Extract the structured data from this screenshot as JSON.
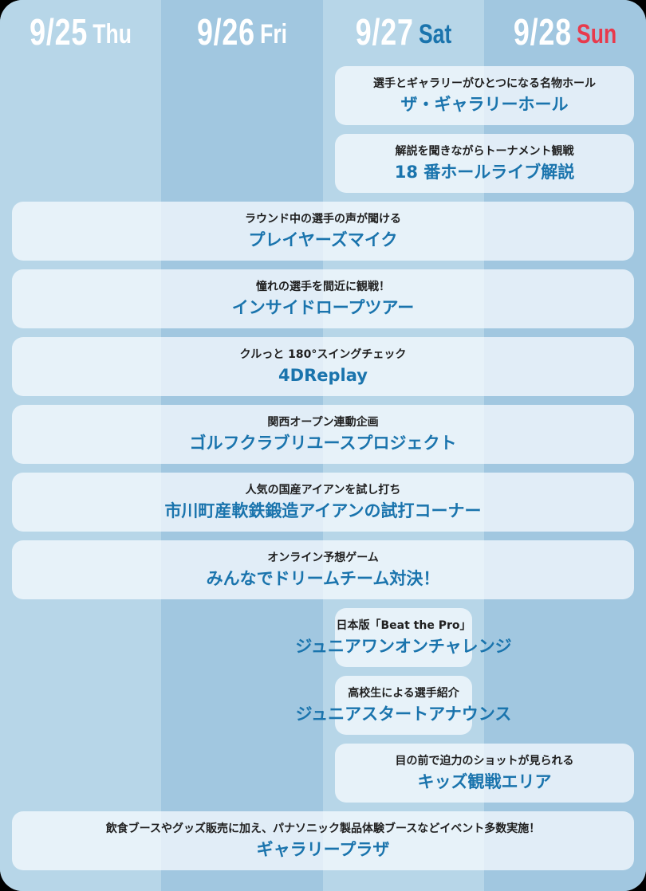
{
  "colors": {
    "column_light": "#b7d6e8",
    "column_dark": "#a1c7e0",
    "card_bg": "#e9f2f9",
    "title_blue": "#1a74ad",
    "sunday_red": "#e83a4c",
    "subtitle_text": "#1f1f1f"
  },
  "days": [
    {
      "date": "9/25",
      "dow": "Thu"
    },
    {
      "date": "9/26",
      "dow": "Fri"
    },
    {
      "date": "9/27",
      "dow": "Sat"
    },
    {
      "date": "9/28",
      "dow": "Sun"
    }
  ],
  "events": [
    {
      "days": [
        "Sat",
        "Sun"
      ],
      "subtitle": "選手とギャラリーがひとつになる名物ホール",
      "title": "ザ・ギャラリーホール"
    },
    {
      "days": [
        "Sat",
        "Sun"
      ],
      "subtitle": "解説を聞きながらトーナメント観戦",
      "title": "18 番ホールライブ解説"
    },
    {
      "days": [
        "Thu",
        "Fri",
        "Sat",
        "Sun"
      ],
      "subtitle": "ラウンド中の選手の声が聞ける",
      "title": "プレイヤーズマイク"
    },
    {
      "days": [
        "Thu",
        "Fri",
        "Sat",
        "Sun"
      ],
      "subtitle": "憧れの選手を間近に観戦！",
      "title": "インサイドロープツアー"
    },
    {
      "days": [
        "Thu",
        "Fri",
        "Sat",
        "Sun"
      ],
      "subtitle": "クルっと 180°スイングチェック",
      "title": "4DReplay"
    },
    {
      "days": [
        "Thu",
        "Fri",
        "Sat",
        "Sun"
      ],
      "subtitle": "関西オープン連動企画",
      "title": "ゴルフクラブリユースプロジェクト"
    },
    {
      "days": [
        "Thu",
        "Fri",
        "Sat",
        "Sun"
      ],
      "subtitle": "人気の国産アイアンを試し打ち",
      "title": "市川町産軟鉄鍛造アイアンの試打コーナー"
    },
    {
      "days": [
        "Thu",
        "Fri",
        "Sat",
        "Sun"
      ],
      "subtitle": "オンライン予想ゲーム",
      "title": "みんなでドリームチーム対決！"
    },
    {
      "days": [
        "Sat"
      ],
      "subtitle": "日本版「Beat the Pro」",
      "title": "ジュニアワンオンチャレンジ"
    },
    {
      "days": [
        "Sat"
      ],
      "subtitle": "高校生による選手紹介",
      "title": "ジュニアスタートアナウンス"
    },
    {
      "days": [
        "Sat",
        "Sun"
      ],
      "subtitle": "目の前で迫力のショットが見られる",
      "title": "キッズ観戦エリア"
    },
    {
      "days": [
        "Thu",
        "Fri",
        "Sat",
        "Sun"
      ],
      "subtitle": "飲食ブースやグッズ販売に加え、パナソニック製品体験ブースなどイベント多数実施！",
      "title": "ギャラリープラザ"
    }
  ]
}
